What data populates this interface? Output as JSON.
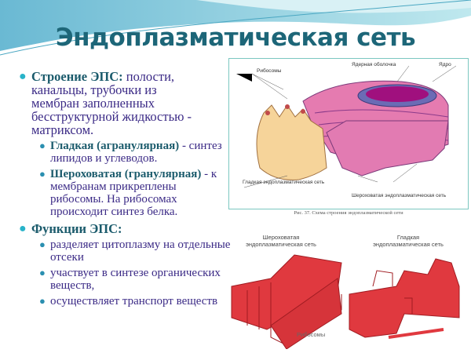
{
  "title": "Эндоплазматическая сеть",
  "bullets": [
    {
      "head": "Строение ЭПС:",
      "lines": [
        "полости,",
        "канальцы, трубочки из",
        "мембран заполненных",
        "бесструктурной жидкостью -",
        "матриксом."
      ],
      "sub": [
        {
          "head": "Гладкая (агранулярная)",
          "text": " - синтез липидов и углеводов."
        },
        {
          "head": "Шероховатая (гранулярная)",
          "text": " - к мембранам прикреплены рибосомы. На рибосомах происходит синтез белка."
        }
      ]
    },
    {
      "head": "Функции ЭПС:",
      "sub": [
        {
          "text": "разделяет цитоплазму на отдельные отсеки"
        },
        {
          "text": "участвует в синтезе органических веществ,"
        },
        {
          "text": "осуществляет транспорт веществ"
        }
      ]
    }
  ],
  "figure1": {
    "labels": {
      "ribosomes": "Рибосомы",
      "nuclear_envelope": "Ядерная оболочка",
      "nucleus": "Ядро",
      "smooth": "Гладкая эндоплазматическая сеть",
      "rough": "Шероховатая эндоплазматическая сеть"
    },
    "caption": "Рис. 37. Схема строения эндоплазматической сети"
  },
  "figure2": {
    "rough_title": "Шероховатая эндоплазматическая сеть",
    "smooth_title": "Гладкая эндоплазматическая сеть",
    "ribosomes": "Рибосомы"
  },
  "colors": {
    "title": "#1d6678",
    "text": "#3b2a86",
    "heading": "#1b5b6c",
    "bullet": "#28b3c9",
    "er_red": "#e0393f",
    "er_pink": "#e57bb0",
    "smooth_er": "#f6d49a"
  }
}
